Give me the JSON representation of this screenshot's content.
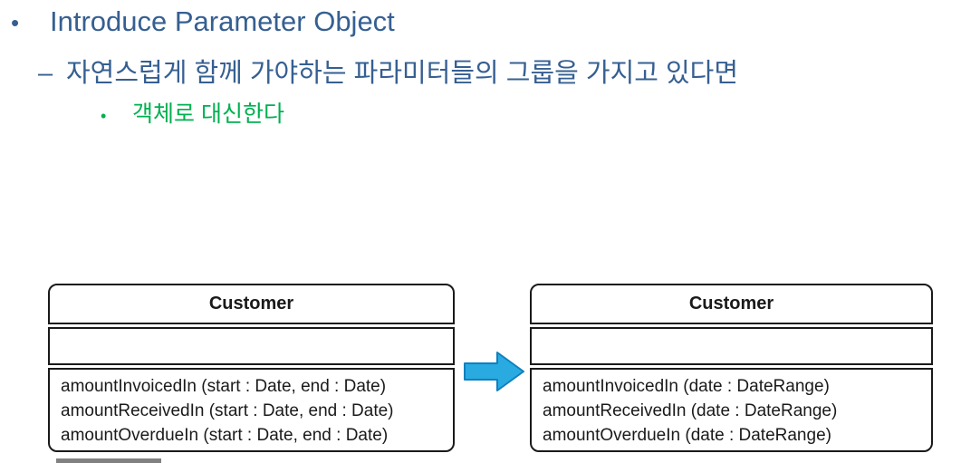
{
  "colors": {
    "heading_blue": "#365F91",
    "note_green": "#00B050",
    "arrow_fill": "#29ABE2",
    "arrow_stroke": "#1080BE",
    "diagram_ink": "#1a1a1a"
  },
  "slide": {
    "title_marker": "•",
    "title": "Introduce Parameter Object",
    "subtitle_marker": "–",
    "subtitle": "자연스럽게 함께 가야하는 파라미터들의 그룹을 가지고 있다면",
    "note_marker": "•",
    "note": "객체로 대신한다"
  },
  "diagram": {
    "arrow_icon": "right-block-arrow",
    "before": {
      "class_name": "Customer",
      "methods": [
        "amountInvoicedIn (start : Date, end : Date)",
        "amountReceivedIn (start : Date, end : Date)",
        "amountOverdueIn (start : Date, end : Date)"
      ]
    },
    "after": {
      "class_name": "Customer",
      "methods": [
        "amountInvoicedIn (date : DateRange)",
        "amountReceivedIn (date : DateRange)",
        "amountOverdueIn (date : DateRange)"
      ]
    }
  }
}
